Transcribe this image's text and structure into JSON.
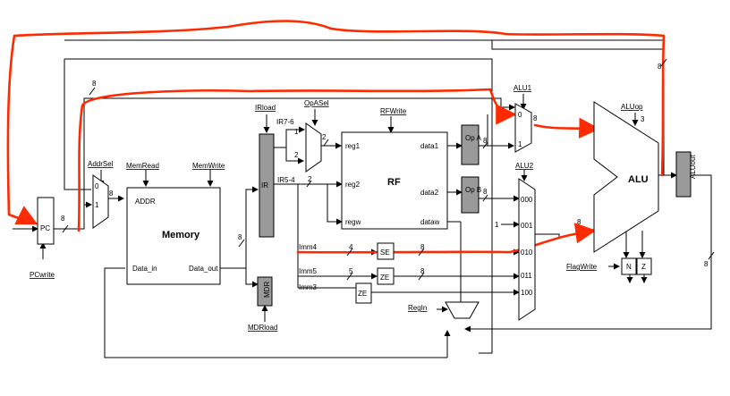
{
  "colors": {
    "wire": "#000000",
    "highlight": "#ff2a00",
    "register_fill": "#9a9a9a",
    "background": "#ffffff"
  },
  "blocks": {
    "pc": "PC",
    "memory": "Memory",
    "mem_addr": "ADDR",
    "mem_data_in": "Data_in",
    "mem_data_out": "Data_out",
    "ir": "IR",
    "mdr": "MDR",
    "rf": "RF",
    "rf_reg1": "reg1",
    "rf_reg2": "reg2",
    "rf_regw": "regw",
    "rf_data1": "data1",
    "rf_data2": "data2",
    "rf_dataw": "dataw",
    "opa": "Op A",
    "opb": "Op B",
    "alu": "ALU",
    "aluout": "ALUout",
    "flag_n": "N",
    "flag_z": "Z",
    "se": "SE",
    "ze1": "ZE",
    "ze2": "ZE"
  },
  "signals": {
    "addrsel": "AddrSel",
    "memread": "MemRead",
    "memwrite": "MemWrite",
    "irload": "IRload",
    "opasel": "OpASel",
    "rfwrite": "RFWrite",
    "alu1": "ALU1",
    "alu2": "ALU2",
    "aluop": "ALUop",
    "flagwrite": "FlagWrite",
    "pcwrite": "PCwrite",
    "mdrload": "MDRload",
    "regin": "RegIn"
  },
  "fields": {
    "ir76": "IR7-6",
    "ir54": "IR5-4",
    "imm4": "Imm4",
    "imm5": "Imm5",
    "imm3": "Imm3"
  },
  "mux_inputs": {
    "addr0": "0",
    "addr1": "1",
    "opa1": "1",
    "opa2": "2",
    "alu1_0": "0",
    "alu1_1": "1",
    "alu2_000": "000",
    "alu2_001": "001",
    "alu2_010": "010",
    "alu2_011": "011",
    "alu2_100": "100",
    "alu2_1": "1"
  },
  "bus_widths": {
    "top": "8",
    "pc_out": "8",
    "addrmux_out": "8",
    "mem_out": "8",
    "rf_d1": "8",
    "rf_d2": "8",
    "se_out": "8",
    "ze_out": "8",
    "alu1_out": "8",
    "alu2_out": "8",
    "aluop": "3",
    "opasel": "2",
    "ir54": "2",
    "imm4": "4",
    "imm5": "5",
    "aluout_fb": "8",
    "aluout_right": "8"
  }
}
